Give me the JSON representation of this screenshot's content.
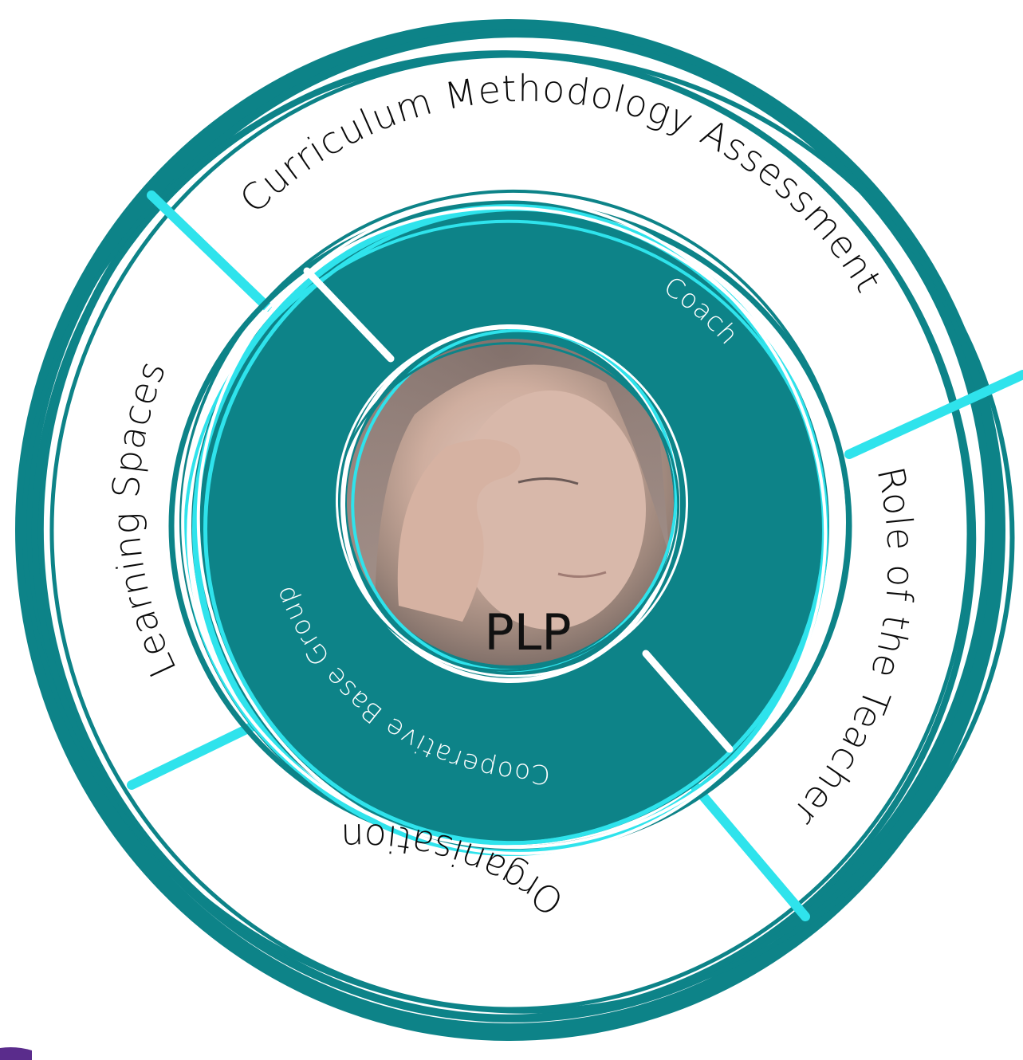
{
  "diagram": {
    "center_label": "PLP",
    "outer_ring_labels": {
      "top": "Curriculum Methodology Assessment",
      "right": "Role of the Teacher",
      "bottom": "Organisation",
      "left": "Learning Spaces"
    },
    "inner_ring_labels": {
      "top_right": "Coach",
      "left_bottom": "Cooperative Base Group"
    }
  },
  "colors": {
    "teal_dark": "#0d8388",
    "cyan_light": "#2fe3ec",
    "white": "#ffffff",
    "text_dark": "#0a0a0a",
    "photo_tone": "#c7a99c",
    "corner_purple": "#5a2c8c"
  }
}
